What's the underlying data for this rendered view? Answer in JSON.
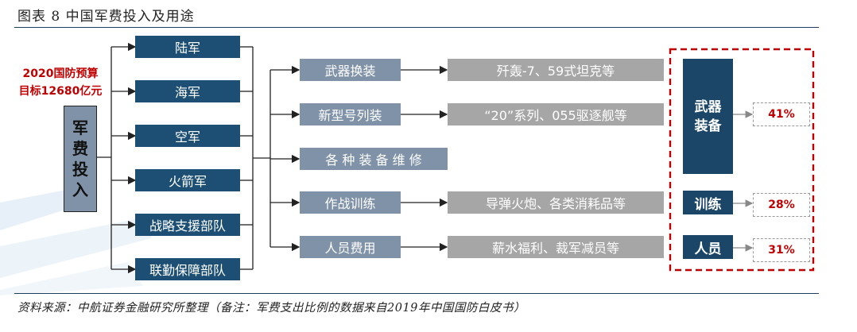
{
  "title": "图表 8 中国军费投入及用途",
  "budget": {
    "line1": "2020国防预算",
    "line2": "目标12680亿元"
  },
  "root": "军费投入",
  "branches": [
    "陆军",
    "海军",
    "空军",
    "火箭军",
    "战略支援部队",
    "联勤保障部队"
  ],
  "uses": [
    "武器换装",
    "新型号列装",
    "各 种 装 备 维 修",
    "作战训练",
    "人员费用"
  ],
  "examples": [
    "歼轰-7、59式坦克等",
    "“20”系列、055驱逐舰等",
    "导弹火炮、各类消耗品等",
    "薪水福利、裁军减员等"
  ],
  "categories": [
    {
      "label": "武器装备",
      "percent": "41%"
    },
    {
      "label": "训练",
      "percent": "28%"
    },
    {
      "label": "人员",
      "percent": "31%"
    }
  ],
  "footnote": "资料来源：中航证券金融研究所整理（备注：军费支出比例的数据来自2019年中国国防白皮书）",
  "colors": {
    "navy": "#1c4f73",
    "slate": "#7f92a8",
    "grey": "#a6a6a6",
    "red": "#c00000"
  }
}
